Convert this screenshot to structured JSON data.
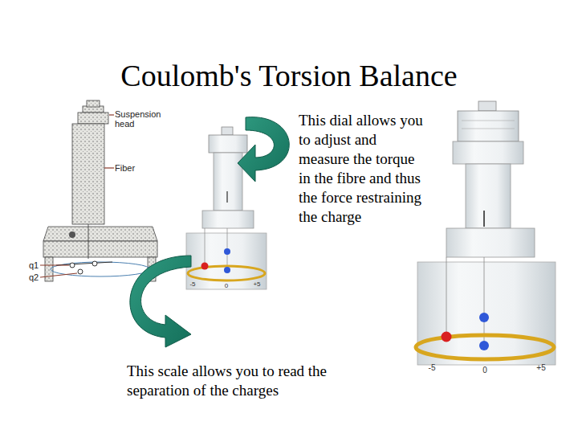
{
  "diagram": {
    "title": "Coulomb's Torsion Balance",
    "labels": [
      "Suspension head",
      "Fiber",
      "q1",
      "q2",
      "This dial allows you to adjust and measure the torque in the fibre and thus the force restraining the charge",
      "This scale allows you to read the separation of the charges",
      "-5",
      "0",
      "+5",
      "-5",
      "0",
      "+5"
    ]
  }
}
